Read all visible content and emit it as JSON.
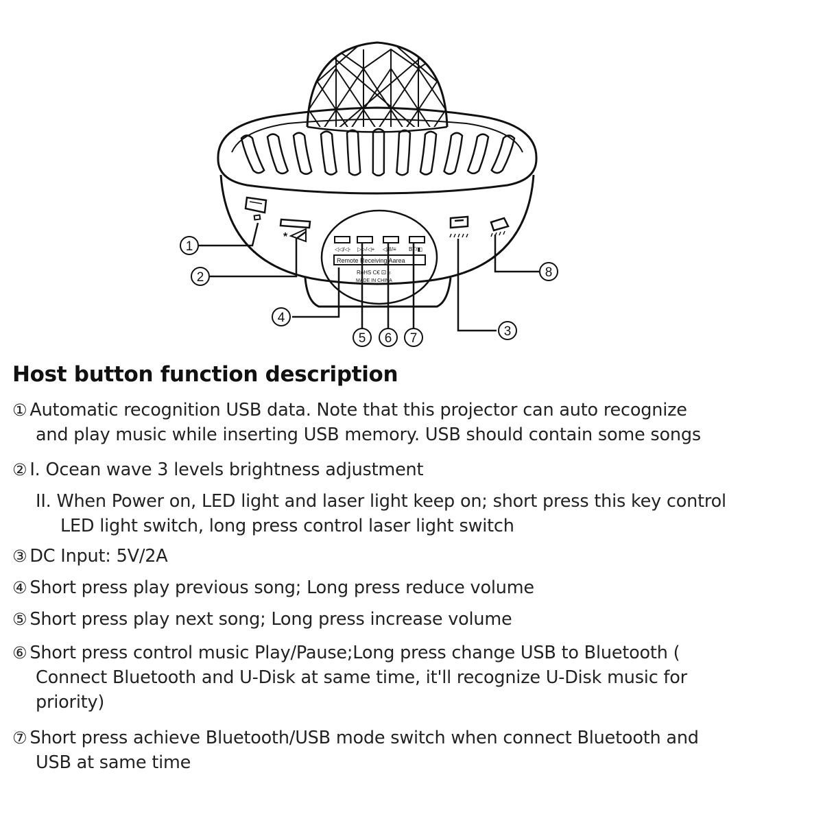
{
  "diagram": {
    "callouts": [
      "①",
      "②",
      "③",
      "④",
      "⑤",
      "⑥",
      "⑦",
      "⑧"
    ],
    "panel": {
      "button_labels": [
        "◁◁/◁-",
        "▷▷/◁+",
        "◁/II/≡",
        "BT/◧"
      ],
      "receiver_label": "Remote Receiving Aarea",
      "marks": "RoHS  C€  ⚀  ♁",
      "origin": "MADE IN CHINA"
    }
  },
  "heading": "Host button function description",
  "items": [
    {
      "num": "①",
      "lines": [
        "Automatic recognition USB data. Note that this projector can auto recognize",
        "and play music while inserting USB memory. USB should contain some songs"
      ]
    },
    {
      "num": "②",
      "lines": [
        "I. Ocean wave 3 levels brightness adjustment",
        "II. When Power on, LED light and laser light keep on; short press this key control",
        "LED light switch, long press control laser light switch"
      ]
    },
    {
      "num": "③",
      "lines": [
        "DC Input: 5V/2A"
      ]
    },
    {
      "num": "④",
      "lines": [
        "Short press play previous song; Long press reduce volume"
      ]
    },
    {
      "num": "⑤",
      "lines": [
        "Short press play next song; Long press increase volume"
      ]
    },
    {
      "num": "⑥",
      "lines": [
        "Short press control music Play/Pause;Long press change USB to Bluetooth  (",
        "Connect Bluetooth and U-Disk at same time, it'll recognize U-Disk music for",
        "priority)"
      ]
    },
    {
      "num": "⑦",
      "lines": [
        "Short press achieve Bluetooth/USB mode switch when connect Bluetooth and",
        "USB at same time"
      ]
    }
  ]
}
